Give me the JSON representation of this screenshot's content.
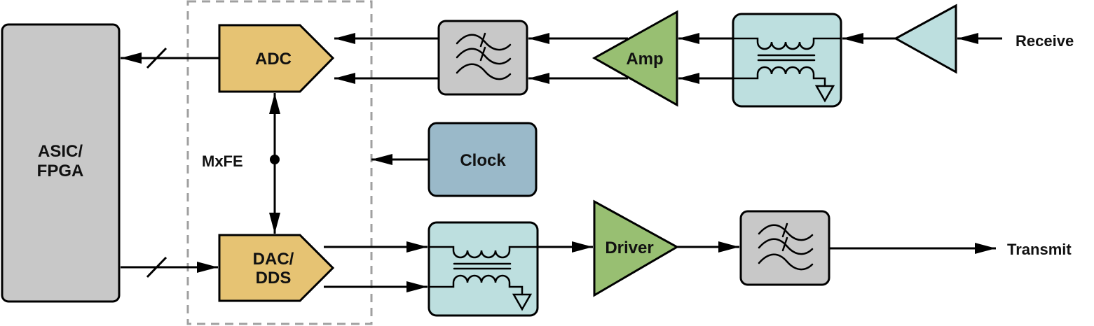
{
  "diagram": {
    "colors": {
      "asic": "#c8c8c8",
      "converter": "#e6c373",
      "filter": "#c8c8c8",
      "amplifier": "#98bf72",
      "balun": "#bddfdf",
      "clock": "#9ab9c9",
      "dashed_border": "#a0a0a0"
    },
    "blocks": {
      "asic": {
        "line1": "ASIC/",
        "line2": "FPGA"
      },
      "mxfe": {
        "label": "MxFE"
      },
      "adc": {
        "label": "ADC"
      },
      "dac": {
        "line1": "DAC/",
        "line2": "DDS"
      },
      "rx_filter": {
        "icon": "bandpass-filter-icon"
      },
      "amp": {
        "label": "Amp"
      },
      "rx_balun": {
        "icon": "transformer-icon"
      },
      "lna": {
        "icon": "amplifier-triangle-icon"
      },
      "clock": {
        "label": "Clock"
      },
      "tx_balun": {
        "icon": "transformer-icon"
      },
      "driver": {
        "label": "Driver"
      },
      "tx_filter": {
        "icon": "bandpass-filter-icon"
      }
    },
    "ports": {
      "receive": "Receive",
      "transmit": "Transmit"
    }
  }
}
